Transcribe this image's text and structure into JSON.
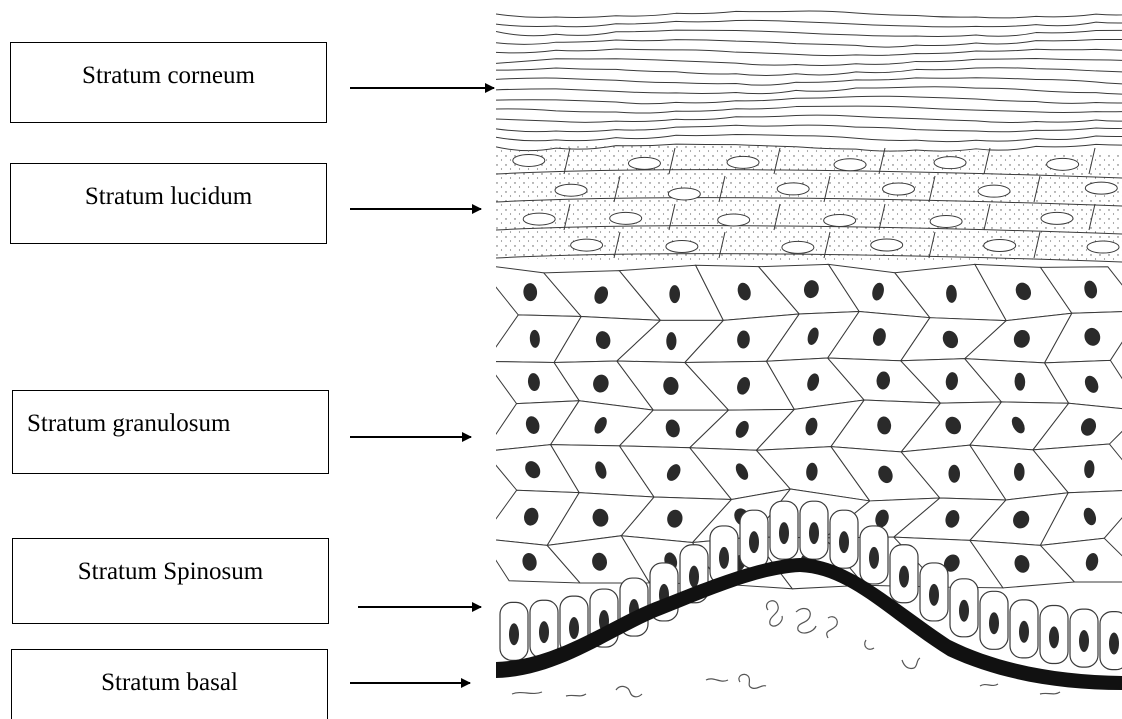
{
  "labels": {
    "corneum": "Stratum corneum",
    "lucidum": "Stratum lucidum",
    "granulosum": "Stratum granulosum",
    "spinosum": "Stratum Spinosum",
    "basal": "Stratum basal"
  },
  "colors": {
    "ink": "#000000",
    "cell_line": "#3a3a3a",
    "nucleus": "#2a2a2a",
    "background": "#ffffff"
  }
}
